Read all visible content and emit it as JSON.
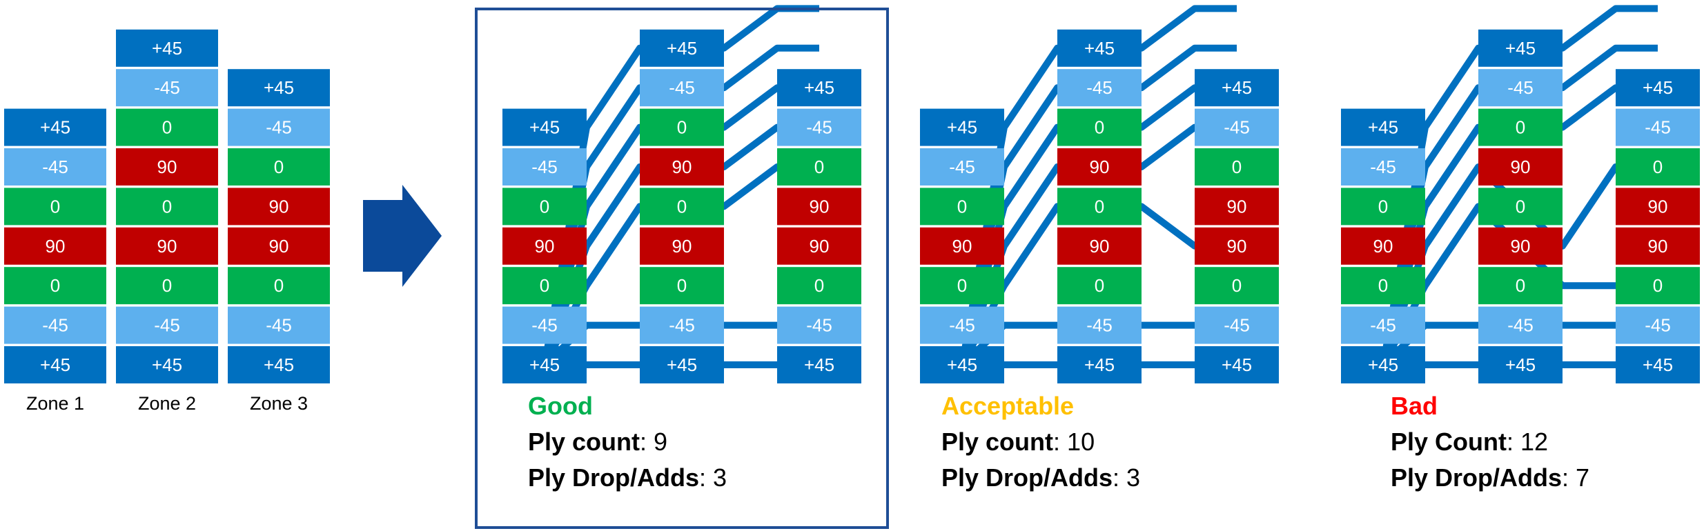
{
  "colors": {
    "+45": "#0070C0",
    "-45": "#5DB0EE",
    "0": "#00B050",
    "90": "#C00000",
    "frame": "#1F4E96",
    "arrow": "#0B4A9A",
    "good": "#00B050",
    "acceptable": "#FFC000",
    "bad": "#FF0000"
  },
  "stacks": [
    {
      "label": "Zone 1",
      "plies": [
        "+45",
        "-45",
        "0",
        "90",
        "0",
        "-45",
        "+45"
      ]
    },
    {
      "label": "Zone 2",
      "plies": [
        "+45",
        "-45",
        "0",
        "90",
        "0",
        "90",
        "0",
        "-45",
        "+45"
      ]
    },
    {
      "label": "Zone 3",
      "plies": [
        "+45",
        "-45",
        "0",
        "90",
        "90",
        "0",
        "-45",
        "+45"
      ]
    }
  ],
  "designs": [
    {
      "rating": "Good",
      "rating_color": "good",
      "count_label": "Ply count",
      "count_value": "9",
      "drops_label": "Ply Drop/Adds",
      "drops_value": "3",
      "framed": true,
      "columns": [
        [
          "+45",
          "-45",
          "0",
          "90",
          "0",
          "-45",
          "+45"
        ],
        [
          "+45",
          "-45",
          "0",
          "90",
          "0",
          "90",
          "0",
          "-45",
          "+45"
        ],
        [
          "+45",
          "-45",
          "0",
          "90",
          "90",
          "0",
          "-45",
          "+45"
        ]
      ],
      "links": [
        [
          [
            0,
            0,
            0
          ],
          [
            1,
            0,
            0
          ]
        ],
        [
          [
            0,
            1,
            1
          ],
          [
            1,
            1,
            1
          ]
        ],
        [
          [
            0,
            2,
            4
          ],
          [
            1,
            4,
            5
          ]
        ],
        [
          [
            0,
            3,
            5
          ],
          [
            1,
            5,
            6
          ]
        ],
        [
          [
            0,
            4,
            6
          ],
          [
            1,
            6,
            7
          ]
        ],
        [
          [
            0,
            5,
            7
          ],
          [
            1,
            7,
            8
          ]
        ],
        [
          [
            0,
            6,
            8
          ],
          [
            1,
            8,
            9
          ]
        ]
      ]
    },
    {
      "rating": "Acceptable",
      "rating_color": "acceptable",
      "count_label": "Ply count",
      "count_value": "10",
      "drops_label": "Ply Drop/Adds",
      "drops_value": "3",
      "framed": false,
      "columns": [
        [
          "+45",
          "-45",
          "0",
          "90",
          "0",
          "-45",
          "+45"
        ],
        [
          "+45",
          "-45",
          "0",
          "90",
          "0",
          "90",
          "0",
          "-45",
          "+45"
        ],
        [
          "+45",
          "-45",
          "0",
          "90",
          "90",
          "0",
          "-45",
          "+45"
        ]
      ],
      "links": [
        [
          [
            0,
            0,
            0
          ],
          [
            1,
            0,
            0
          ]
        ],
        [
          [
            0,
            1,
            1
          ],
          [
            1,
            1,
            1
          ]
        ],
        [
          [
            0,
            2,
            4
          ],
          [
            1,
            4,
            3
          ]
        ],
        [
          [
            0,
            3,
            5
          ],
          [
            1,
            5,
            6
          ]
        ],
        [
          [
            0,
            4,
            6
          ],
          [
            1,
            6,
            7
          ]
        ],
        [
          [
            0,
            5,
            7
          ],
          [
            1,
            7,
            8
          ]
        ],
        [
          [
            0,
            6,
            8
          ],
          [
            1,
            8,
            9
          ]
        ]
      ]
    },
    {
      "rating": "Bad",
      "rating_color": "bad",
      "count_label": "Ply Count",
      "count_value": "12",
      "drops_label": "Ply Drop/Adds",
      "drops_value": "7",
      "framed": false,
      "columns": [
        [
          "+45",
          "-45",
          "0",
          "90",
          "0",
          "-45",
          "+45"
        ],
        [
          "+45",
          "-45",
          "0",
          "90",
          "0",
          "90",
          "0",
          "-45",
          "+45"
        ],
        [
          "+45",
          "-45",
          "0",
          "90",
          "90",
          "0",
          "-45",
          "+45"
        ]
      ],
      "links": [
        [
          [
            0,
            0,
            0
          ],
          [
            1,
            0,
            0
          ]
        ],
        [
          [
            0,
            1,
            1
          ],
          [
            1,
            1,
            1
          ]
        ],
        [
          [
            0,
            2,
            4
          ],
          [
            1,
            2,
            2
          ]
        ],
        [
          [
            0,
            3,
            5
          ],
          [
            1,
            3,
            5
          ]
        ],
        [
          [
            0,
            4,
            6
          ],
          [
            1,
            6,
            7
          ]
        ],
        [
          [
            0,
            5,
            7
          ],
          [
            1,
            7,
            8
          ]
        ],
        [
          [
            0,
            6,
            8
          ],
          [
            1,
            8,
            9
          ]
        ]
      ]
    }
  ]
}
